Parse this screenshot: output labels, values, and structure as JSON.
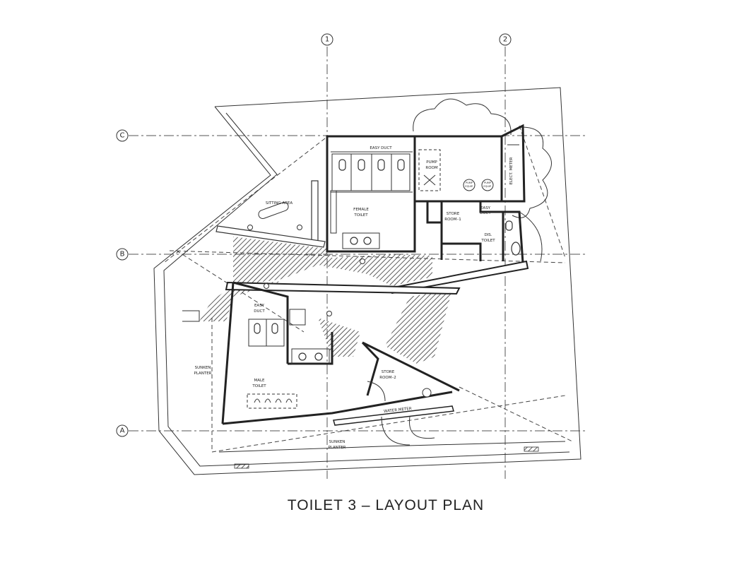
{
  "title": "TOILET 3 – LAYOUT PLAN",
  "grid_bubbles": {
    "col_1": "1",
    "col_2": "2",
    "row_a": "A",
    "row_b": "B",
    "row_c": "C"
  },
  "rooms": {
    "easy_duct_top": "EASY DUCT",
    "pump_room_line1": "PUMP",
    "pump_room_line2": "ROOM",
    "elect_meter": "ELECT. METER",
    "easy_duct_right_line1": "EASY",
    "easy_duct_right_line2": "DUCT",
    "store_room_1_line1": "STORE",
    "store_room_1_line2": "ROOM–1",
    "dis_toilet_line1": "DIS.",
    "dis_toilet_line2": "TOILET",
    "female_toilet_line1": "FEMALE",
    "female_toilet_line2": "TOILET",
    "sitting_area": "SITTING AREA",
    "easy_duct_left_line1": "EASY",
    "easy_duct_left_line2": "DUCT",
    "sunken_planter_left_line1": "SUNKEN",
    "sunken_planter_left_line2": "PLANTER",
    "male_toilet_line1": "MALE",
    "male_toilet_line2": "TOILET",
    "store_room_2_line1": "STORE",
    "store_room_2_line2": "ROOM–2",
    "water_meter": "WATER METER",
    "sunken_planter_bottom_line1": "SUNKEN",
    "sunken_planter_bottom_line2": "PLANTER",
    "pump_eq_1_line1": "PUMP",
    "pump_eq_1_line2": "EQUIP.",
    "pump_eq_2_line1": "PUMP",
    "pump_eq_2_line2": "EQUIP."
  }
}
